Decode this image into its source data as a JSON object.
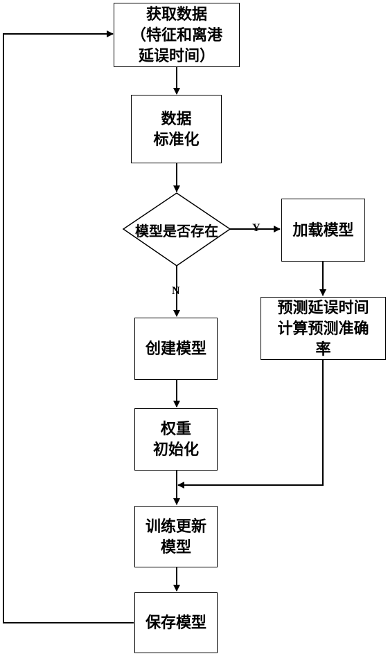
{
  "nodes": {
    "get_data": "获取数据\n（特征和离港\n延误时间）",
    "standardize": "数据\n标准化",
    "decision": "模型是否存在",
    "load_model": "加载模型",
    "predict": "预测延误时间\n计算预测准确\n率",
    "create_model": "创建模型",
    "init_weights": "权重\n初始化",
    "train_update": "训练更新\n模型",
    "save_model": "保存模型"
  },
  "edges": {
    "yes_label": "Y",
    "no_label": "N"
  }
}
